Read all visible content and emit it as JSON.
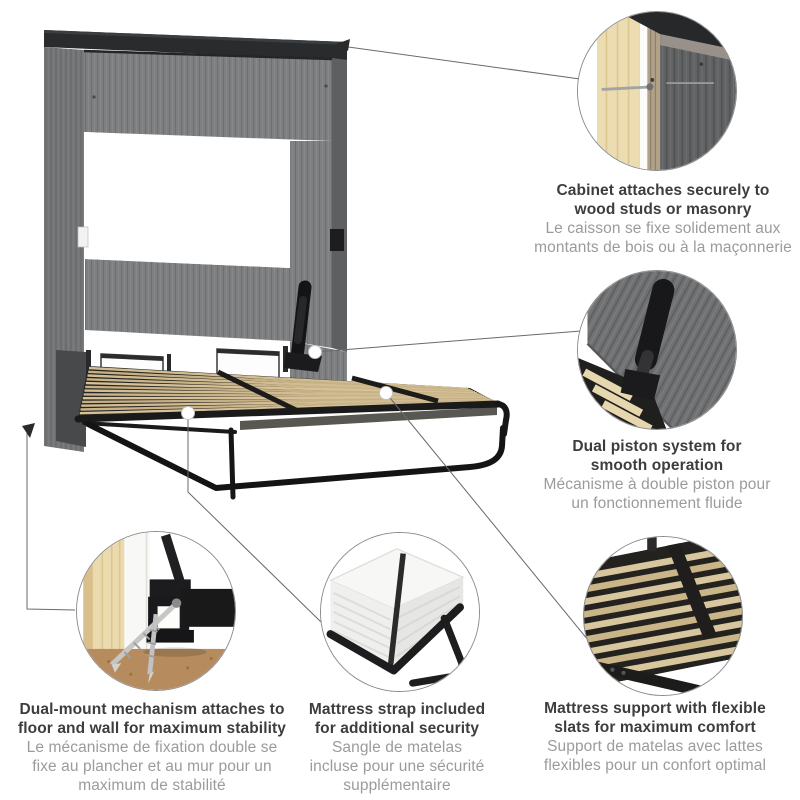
{
  "page": {
    "type": "product-feature-infographic",
    "background": "#ffffff"
  },
  "colors": {
    "title_text": "#3d3d3d",
    "subtitle_text": "#9b9b9b",
    "connector_line": "#6a6a6a",
    "circle_border": "#8c8c8c",
    "cabinet_gray": "#7d7f81",
    "crown_black": "#292b2d",
    "slat_wood": "#cfba90",
    "frame_black": "#1a1a1a",
    "stud_pine": "#ecdcb2",
    "floor_brown": "#b68c5e",
    "mattress_white": "#f2f2f0"
  },
  "callouts": [
    {
      "id": "cabinet-mount",
      "position": "top-right",
      "image": "cabinet-corner-screwed-to-wood-stud-closeup",
      "title_lines": [
        "Cabinet attaches securely to",
        "wood studs or masonry"
      ],
      "subtitle_lines": [
        "Le caisson se fixe solidement aux",
        "montants de bois ou à la maçonnerie"
      ]
    },
    {
      "id": "piston-system",
      "position": "middle-right",
      "image": "dual-piston-mechanism-closeup",
      "title_lines": [
        "Dual piston system for",
        "smooth operation"
      ],
      "subtitle_lines": [
        "Mécanisme à double piston pour",
        "un fonctionnement fluide"
      ]
    },
    {
      "id": "slat-support",
      "position": "bottom-right",
      "image": "flexible-wood-slats-closeup",
      "title_lines": [
        "Mattress support with flexible",
        "slats for maximum comfort"
      ],
      "subtitle_lines": [
        "Support de matelas avec lattes",
        "flexibles pour un confort optimal"
      ]
    },
    {
      "id": "dual-mount",
      "position": "bottom-left",
      "image": "floor-and-wall-mount-hardware-closeup",
      "title_lines": [
        "Dual-mount mechanism attaches to",
        "floor and wall for maximum stability"
      ],
      "subtitle_lines": [
        "Le mécanisme de fixation double se",
        "fixe au plancher et au mur pour un",
        "maximum de stabilité"
      ]
    },
    {
      "id": "mattress-strap",
      "position": "bottom-center",
      "image": "mattress-corner-with-retention-strap-closeup",
      "title_lines": [
        "Mattress strap included",
        "for additional security"
      ],
      "subtitle_lines": [
        "Sangle de matelas",
        "incluse pour une sécurité",
        "supplémentaire"
      ]
    }
  ]
}
